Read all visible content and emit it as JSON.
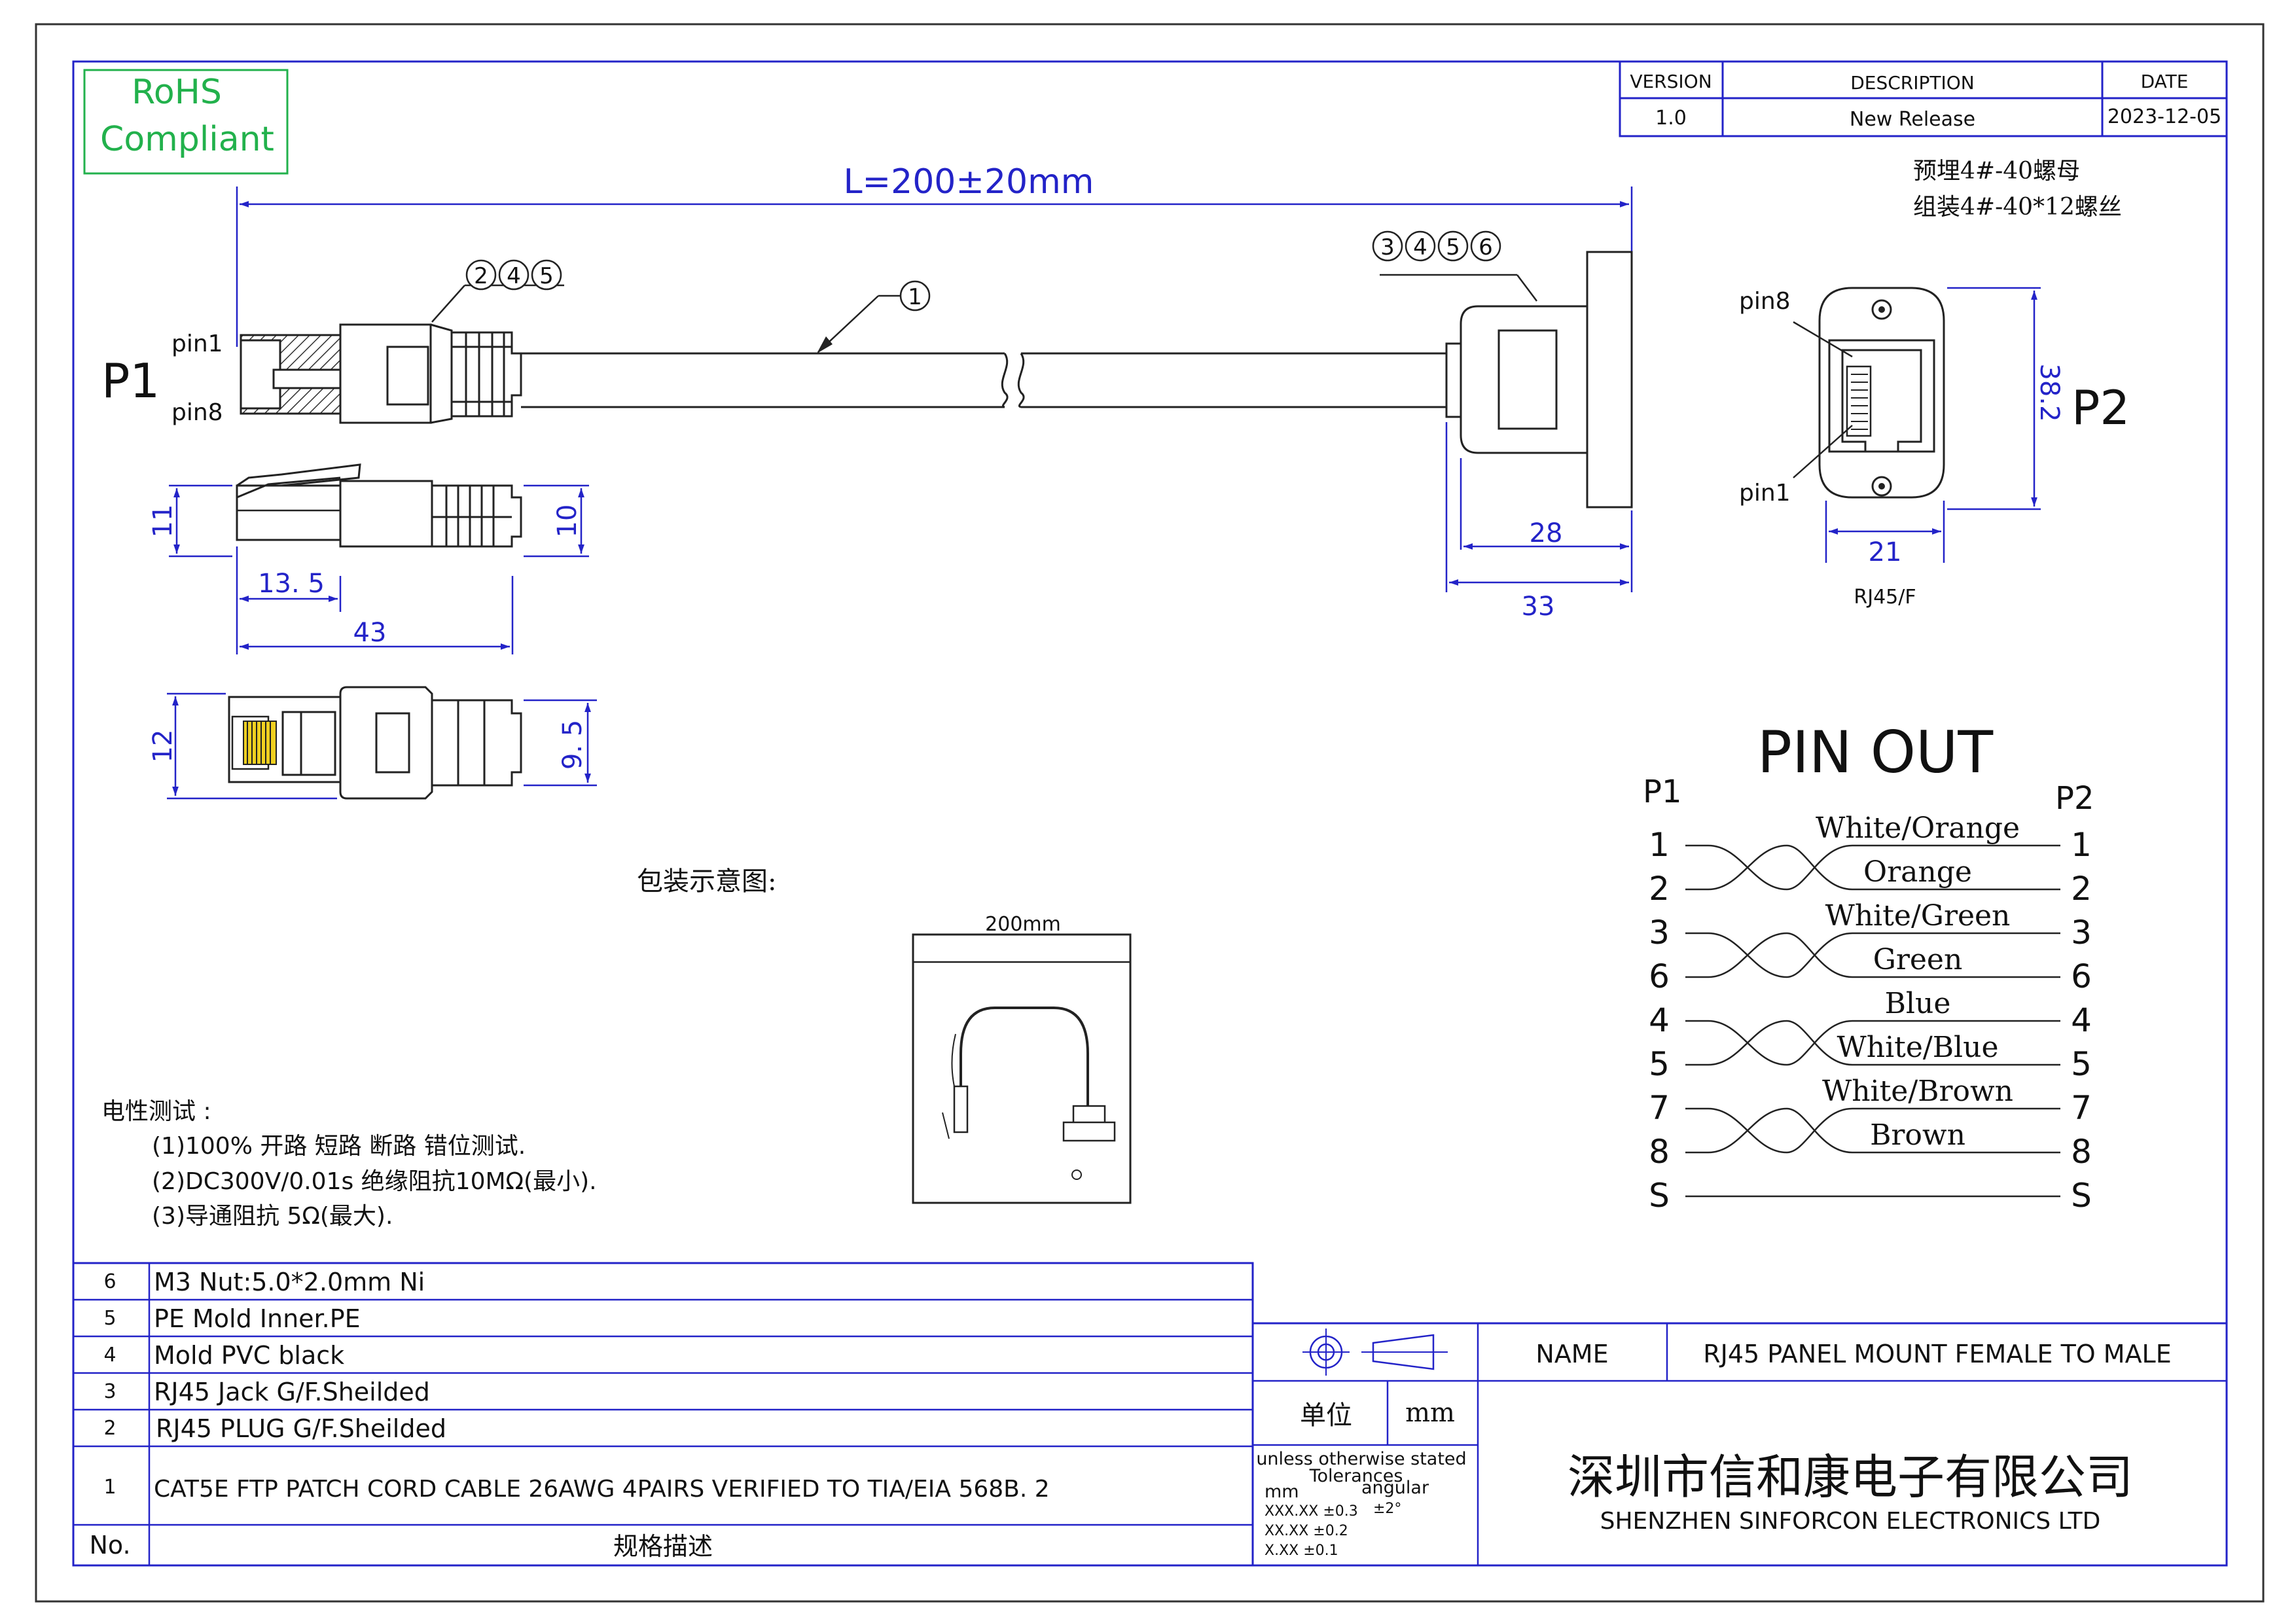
{
  "rohs": {
    "line1": "RoHS",
    "line2": "Compliant"
  },
  "revision": {
    "headers": [
      "VERSION",
      "DESCRIPTION",
      "DATE"
    ],
    "version": "1.0",
    "description": "New Release",
    "date": "2023-12-05"
  },
  "length_dimension": "L=200±20mm",
  "p1": {
    "label": "P1",
    "pin1": "pin1",
    "pin8": "pin8",
    "callout_parts": [
      "2",
      "4",
      "5"
    ],
    "dims": {
      "side_height": "11",
      "boot_height": "10",
      "latch_length": "13. 5",
      "total_length": "43",
      "top_height": "12",
      "top_boot_height": "9. 5"
    }
  },
  "cable_callout": "1",
  "p2": {
    "label": "P2",
    "pin8": "pin8",
    "pin1": "pin1",
    "callout_parts": [
      "3",
      "4",
      "5",
      "6"
    ],
    "note_line1": "预埋4#-40螺母",
    "note_line2": "组装4#-40*12螺丝",
    "dims": {
      "flange_width": "28",
      "overall_length": "33",
      "front_width": "21",
      "front_height": "38.2"
    },
    "caption": "RJ45/F"
  },
  "pinout": {
    "title": "PIN  OUT",
    "p1_label": "P1",
    "p2_label": "P2",
    "rows": [
      {
        "p1": "1",
        "p2": "1",
        "color": "White/Orange"
      },
      {
        "p1": "2",
        "p2": "2",
        "color": "Orange"
      },
      {
        "p1": "3",
        "p2": "3",
        "color": "White/Green"
      },
      {
        "p1": "6",
        "p2": "6",
        "color": "Green"
      },
      {
        "p1": "4",
        "p2": "4",
        "color": "Blue"
      },
      {
        "p1": "5",
        "p2": "5",
        "color": "White/Blue"
      },
      {
        "p1": "7",
        "p2": "7",
        "color": "White/Brown"
      },
      {
        "p1": "8",
        "p2": "8",
        "color": "Brown"
      },
      {
        "p1": "S",
        "p2": "S",
        "color": ""
      }
    ]
  },
  "packaging": {
    "title": "包装示意图:",
    "width": "200mm"
  },
  "electrical_test": {
    "title": "电性测试 :",
    "items": [
      "(1)100% 开路 短路 断路 错位测试.",
      "(2)DC300V/0.01s 绝缘阻抗10MΩ(最小).",
      "(3)导通阻抗 5Ω(最大)."
    ]
  },
  "bom": {
    "rows": [
      {
        "no": "6",
        "desc": "M3 Nut:5.0*2.0mm Ni"
      },
      {
        "no": "5",
        "desc": "PE Mold Inner.PE"
      },
      {
        "no": "4",
        "desc": "Mold PVC black"
      },
      {
        "no": "3",
        "desc": "RJ45 Jack G/F.Sheilded"
      },
      {
        "no": "2",
        "desc": "RJ45 PLUG G/F.Sheilded"
      },
      {
        "no": "1",
        "desc": "CAT5E FTP PATCH CORD CABLE 26AWG 4PAIRS VERIFIED TO TIA/EIA 568B. 2"
      }
    ],
    "footer_no": "No.",
    "footer_desc": "规格描述"
  },
  "title_block": {
    "name_label": "NAME",
    "name_value": "RJ45 PANEL MOUNT FEMALE TO MALE",
    "unit_label": "单位",
    "unit_value": "mm",
    "tol_title1": "unless otherwise stated",
    "tol_title2": "Tolerances",
    "tol_col1": "mm",
    "tol_col2": "angular",
    "tol_r1": "XXX.XX ±0.3",
    "tol_r1b": "±2°",
    "tol_r2": "XX.XX   ±0.2",
    "tol_r3": "X.XX     ±0.1",
    "company_cn": "深圳市信和康电子有限公司",
    "company_en": "SHENZHEN SINFORCON ELECTRONICS LTD"
  },
  "colors": {
    "dimension": "#2323c8",
    "rohs": "#22b14c",
    "outline": "#222222"
  }
}
